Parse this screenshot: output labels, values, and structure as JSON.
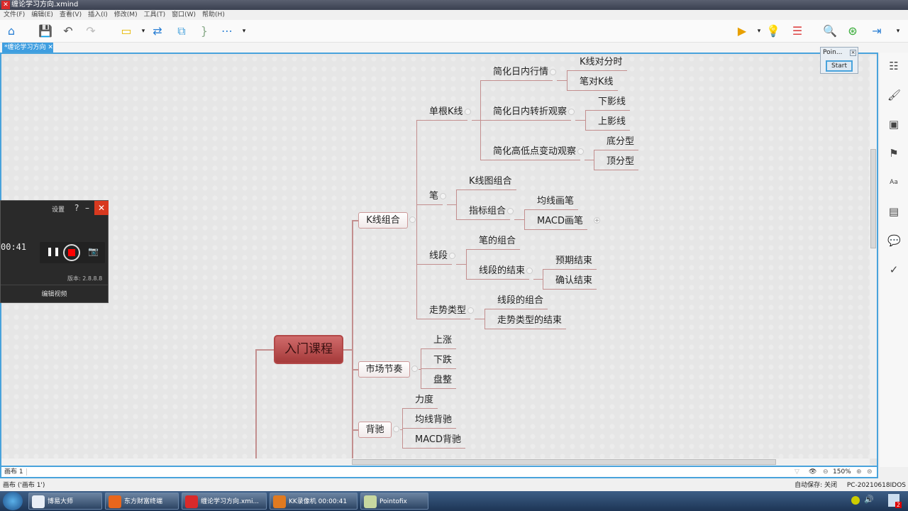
{
  "window": {
    "title": "缠论学习方向.xmind"
  },
  "menu": [
    "文件(F)",
    "编辑(E)",
    "查看(V)",
    "插入(I)",
    "修改(M)",
    "工具(T)",
    "窗口(W)",
    "帮助(H)"
  ],
  "tab": {
    "label": "*缠论学习方向",
    "close": "✕"
  },
  "mindmap": {
    "central": "入门课程",
    "nodes": [
      {
        "id": "k",
        "label": "K线组合",
        "parent": "root"
      },
      {
        "id": "sc",
        "label": "市场节奏",
        "parent": "root"
      },
      {
        "id": "bc",
        "label": "背驰",
        "parent": "root"
      },
      {
        "id": "dg",
        "label": "单根K线",
        "parent": "k"
      },
      {
        "id": "bi",
        "label": "笔",
        "parent": "k"
      },
      {
        "id": "xd",
        "label": "线段",
        "parent": "k"
      },
      {
        "id": "zs",
        "label": "走势类型",
        "parent": "k"
      },
      {
        "id": "d1",
        "label": "简化日内行情",
        "parent": "dg"
      },
      {
        "id": "d2",
        "label": "简化日内转折观察",
        "parent": "dg"
      },
      {
        "id": "d3",
        "label": "简化高低点变动观察",
        "parent": "dg"
      },
      {
        "id": "d1a",
        "label": "K线对分时",
        "parent": "d1"
      },
      {
        "id": "d1b",
        "label": "笔对K线",
        "parent": "d1"
      },
      {
        "id": "d2a",
        "label": "下影线",
        "parent": "d2"
      },
      {
        "id": "d2b",
        "label": "上影线",
        "parent": "d2"
      },
      {
        "id": "d3a",
        "label": "底分型",
        "parent": "d3"
      },
      {
        "id": "d3b",
        "label": "顶分型",
        "parent": "d3"
      },
      {
        "id": "b1",
        "label": "K线图组合",
        "parent": "bi"
      },
      {
        "id": "b2",
        "label": "指标组合",
        "parent": "bi"
      },
      {
        "id": "b2a",
        "label": "均线画笔",
        "parent": "b2"
      },
      {
        "id": "b2b",
        "label": "MACD画笔",
        "parent": "b2"
      },
      {
        "id": "x1",
        "label": "笔的组合",
        "parent": "xd"
      },
      {
        "id": "x2",
        "label": "线段的结束",
        "parent": "xd"
      },
      {
        "id": "x2a",
        "label": "预期结束",
        "parent": "x2"
      },
      {
        "id": "x2b",
        "label": "确认结束",
        "parent": "x2"
      },
      {
        "id": "z1",
        "label": "线段的组合",
        "parent": "zs"
      },
      {
        "id": "z2",
        "label": "走势类型的结束",
        "parent": "zs"
      },
      {
        "id": "s1",
        "label": "上涨",
        "parent": "sc"
      },
      {
        "id": "s2",
        "label": "下跌",
        "parent": "sc"
      },
      {
        "id": "s3",
        "label": "盘整",
        "parent": "sc"
      },
      {
        "id": "c1",
        "label": "力度",
        "parent": "bc"
      },
      {
        "id": "c2",
        "label": "均线背驰",
        "parent": "bc"
      },
      {
        "id": "c3",
        "label": "MACD背驰",
        "parent": "bc"
      }
    ]
  },
  "recorder": {
    "settings": "设置",
    "help": "?",
    "minimize": "–",
    "close": "✕",
    "time": "00:41",
    "version": "版本: 2.8.8.8",
    "edit_video": "编辑视频"
  },
  "pointofix": {
    "title": "Poin...",
    "start": "Start"
  },
  "sheet": {
    "tab": "画布 1",
    "status": "画布 ('画布 1')"
  },
  "zoom": {
    "level": "150%"
  },
  "status": {
    "autosave": "自动保存: 关闭",
    "computer": "PC-20210618IDOS"
  },
  "taskbar": [
    {
      "label": "博易大师",
      "color": "#e8eef6"
    },
    {
      "label": "东方财富终端",
      "color": "#e8661c"
    },
    {
      "label": "缠论学习方向.xmi...",
      "color": "#d92a2a"
    },
    {
      "label": "KK录像机 00:00:41",
      "color": "#e07a20"
    },
    {
      "label": "Pointofix",
      "color": "#c8d8a0"
    }
  ],
  "tray": {
    "badge": "2"
  }
}
